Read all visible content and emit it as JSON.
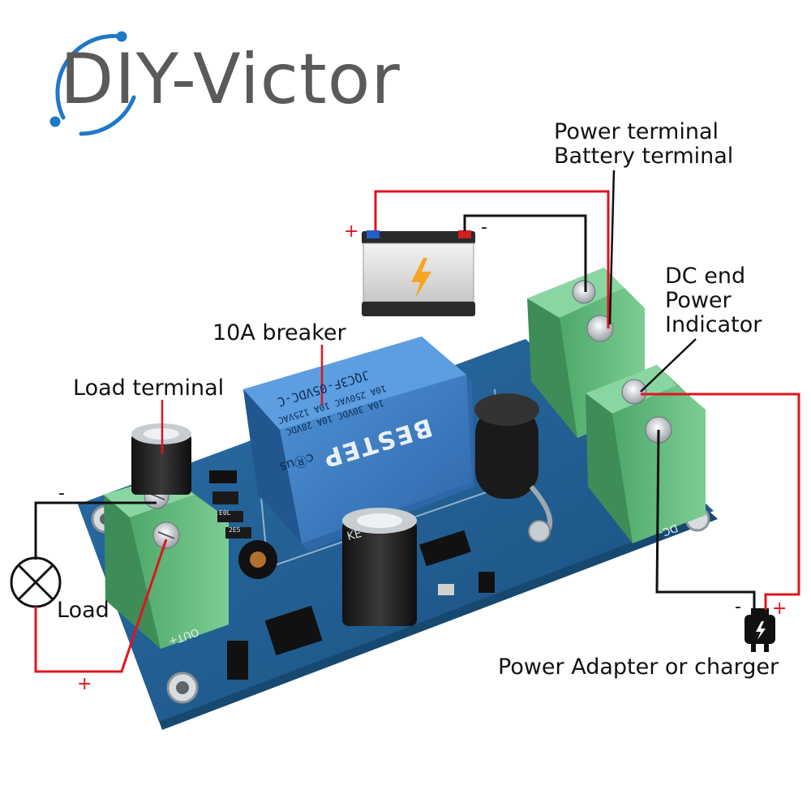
{
  "logo": {
    "text": "DIY-Victor",
    "color": "#5a5a5a",
    "ring_color": "#1f78c8"
  },
  "labels": {
    "power_terminal": "Power terminal",
    "battery_terminal": "Battery terminal",
    "breaker": "10A breaker",
    "load_terminal": "Load terminal",
    "dc_end_1": "DC end",
    "dc_end_2": "Power",
    "dc_end_3": "Indicator",
    "load": "Load",
    "adapter": "Power Adapter or charger"
  },
  "polarity": {
    "battery_plus": "+",
    "battery_minus": "-",
    "load_minus": "-",
    "load_plus": "+",
    "adapter_minus": "-",
    "adapter_plus": "+"
  },
  "relay": {
    "brand": "BESTEP",
    "model": "JQC3F-05VDC-C",
    "rating_1": "10A 250VAC 10A 125VAC",
    "rating_2": "10A 30VDC 10A 28VDC",
    "cert": "cⓇus",
    "color": "#3a7cc4"
  },
  "board": {
    "silk_out": "OUT+",
    "silk_dc": "DC-",
    "cap_label": "KE",
    "smd_1": "E0L",
    "smd_2": "2E5",
    "color": "#1f5a8c"
  },
  "colors": {
    "wire_red": "#e0141c",
    "wire_black": "#111111",
    "terminal_green": "#5cb87a"
  },
  "icons": [
    "battery-icon",
    "lamp-icon",
    "plug-icon",
    "lightning-icon"
  ]
}
